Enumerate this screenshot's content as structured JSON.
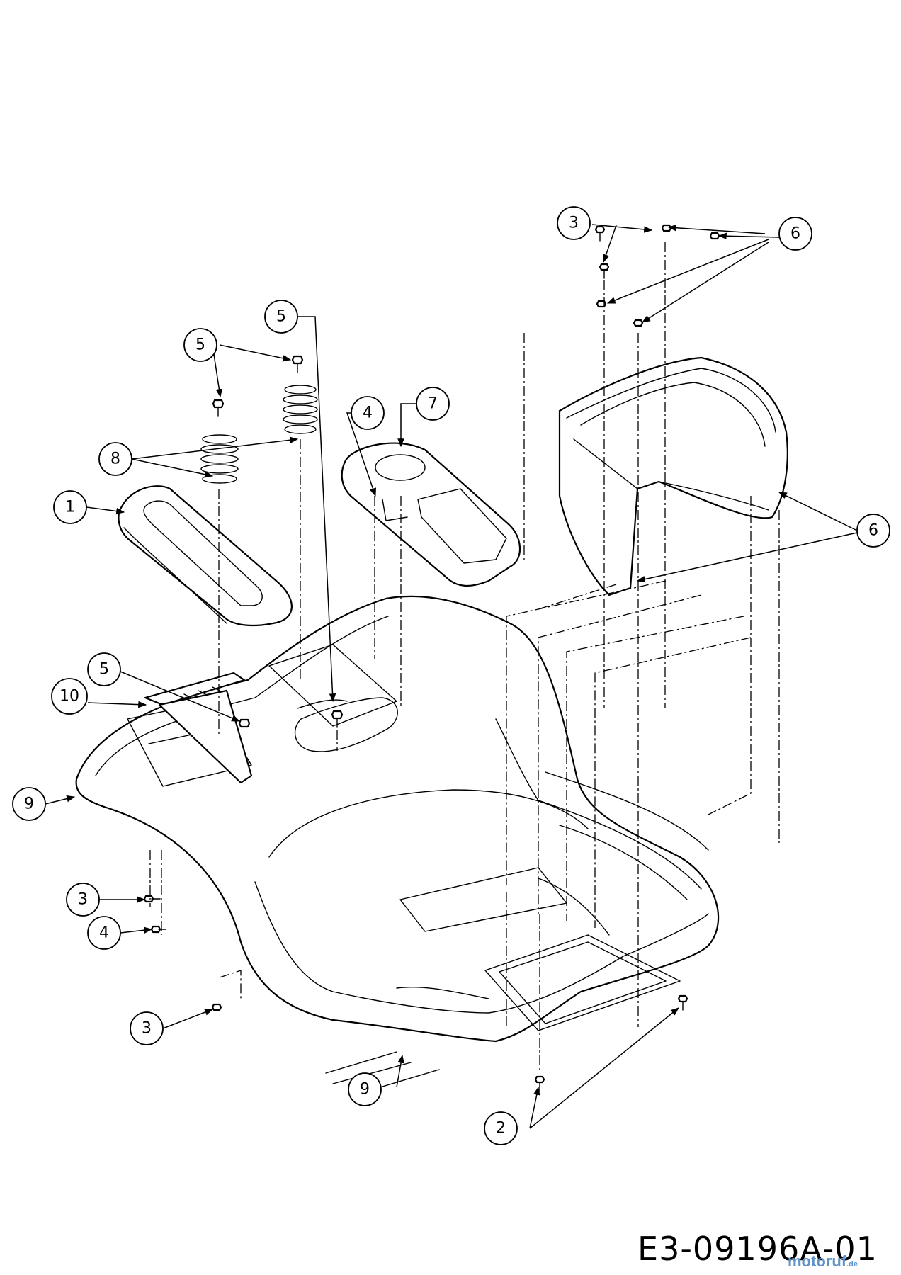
{
  "diagram_id": "E3-09196A-01",
  "watermark": {
    "brand": "motoruf",
    "tld": ".de"
  },
  "callouts": [
    "3",
    "6",
    "5",
    "5",
    "4",
    "7",
    "8",
    "1",
    "6",
    "10",
    "5",
    "9",
    "3",
    "4",
    "3",
    "9",
    "2"
  ]
}
